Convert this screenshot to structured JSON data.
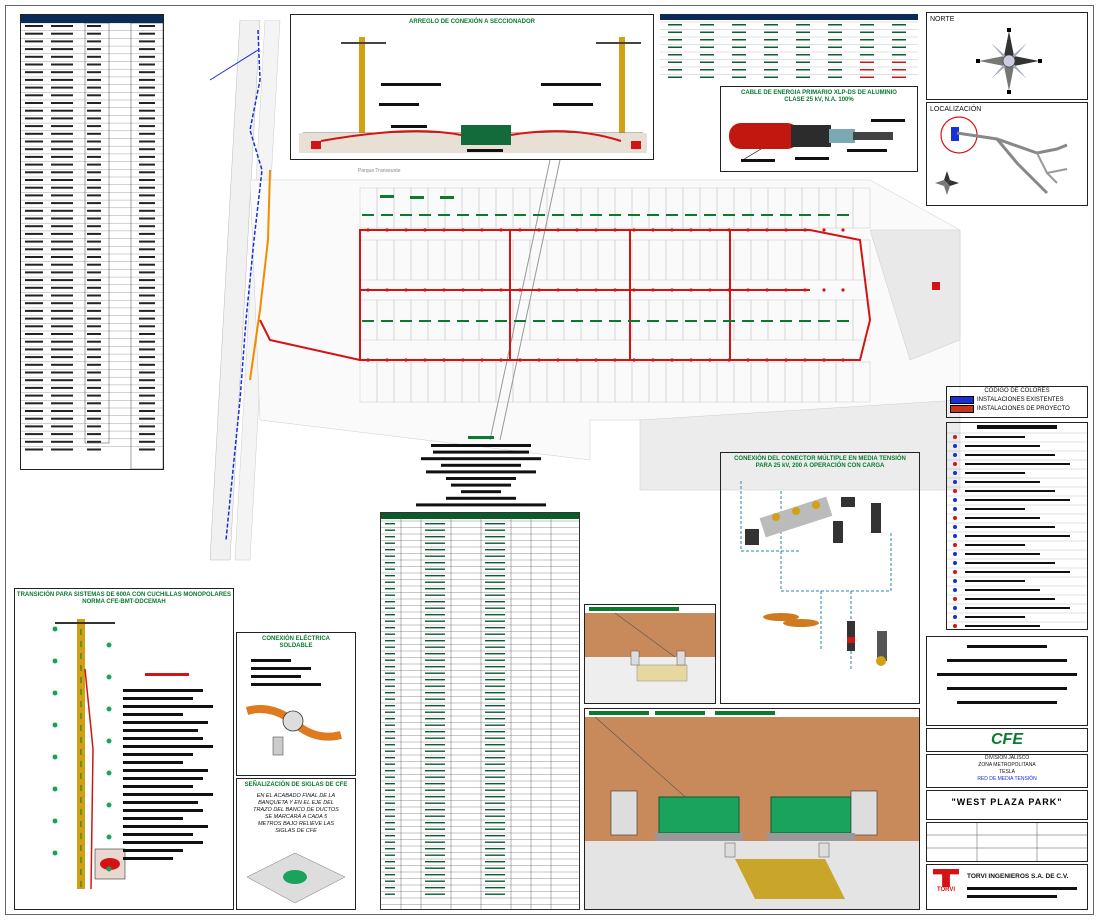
{
  "plan": {
    "park_label": "Parque\nTranseunte",
    "north_title": "NORTE",
    "location_title": "LOCALIZACIÓN"
  },
  "section_titles": {
    "arreglo": "ARREGLO DE CONEXIÓN A SECCIONADOR",
    "cable": "CABLE DE ENERGIA PRIMARIO XLP-DS DE ALUMINIO\nCLASE 25 kV, N.A. 100%",
    "conector": "CONEXIÓN DEL CONECTOR MÚLTIPLE EN MEDIA TENSIÓN\nPARA 25 kV, 200 A OPERACIÓN CON CARGA",
    "transicion": "TRANSICIÓN PARA SISTEMAS DE 600A CON CUCHILLAS MONOPOLARES\nNORMA CFE-BMT-DDCEMAH",
    "soldable": "CONEXIÓN ELÉCTRICA\nSOLDABLE",
    "senalizacion": "SEÑALIZACIÓN DE SIGLAS DE CFE",
    "senalizacion_text": "EN EL ACABADO FINAL DE LA\nBANQUETA Y EN EL EJE DEL\nTRAZO DEL BANCO DE DUCTOS\nSE MARCARÁ A CADA 5\nMETROS BAJO RELIEVE LAS\nSIGLAS DE CFE"
  },
  "legend": {
    "title": "CÓDIGO DE COLORES",
    "items": [
      {
        "label": "INSTALACIONES EXISTENTES",
        "color": "#1530d8"
      },
      {
        "label": "INSTALACIONES DE PROYECTO",
        "color": "#c8321e"
      }
    ]
  },
  "title_block": {
    "logo": "CFE",
    "division": "DIVISIÓN JALISCO",
    "zona": "ZONA METROPOLITANA",
    "zona2": "TESLA",
    "red": "RED DE MEDIA TENSIÓN",
    "project": "\"WEST PLAZA PARK\"",
    "company": "TORVI INGENIEROS S.A. DE C.V.",
    "company_logo": "TORVI"
  },
  "colors": {
    "existing": "#1530d8",
    "project": "#d41414",
    "green": "#0a7a2e",
    "orange": "#f08c00",
    "navy": "#0b2c58",
    "soil": "#c88a5a"
  },
  "icons": {
    "compass": "compass-rose-icon",
    "cfe": "cfe-logo-icon",
    "torvi": "torvi-logo-icon"
  }
}
